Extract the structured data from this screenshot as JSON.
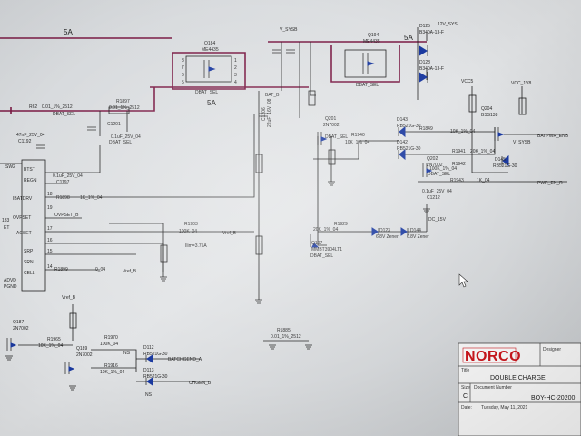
{
  "nets": {
    "v_sysb_top": "V_SYSB",
    "v_12v_sys": "12V_SYS",
    "bat_b": "BAT_B",
    "vcc5": "VCC5",
    "vcc_1v8": "VCC_1V8",
    "v_sysb_right": "V_SYSB",
    "batpwr_enb": "BATPWR_ENB",
    "pwr_en_r": "PWR_EN_R",
    "dc_15v": "DC_15V",
    "vref_b_1": "Vref_B",
    "vref_b_2": "Vref_B",
    "vref_b_3": "Vref_B",
    "batchgend_a": "BATCHGEND_A",
    "chgen_b": "CHGEN_B",
    "ovpset_b": "OVPSET_B",
    "dbat_sel_1": "DBAT_SEL",
    "dbat_sel_2": "DBAT_SEL",
    "dbat_sel_3": "DBAT_SEL",
    "dbat_sel_4": "DBAT_SEL",
    "dbat_sel_5": "DBAT_SEL",
    "dbat_sel_6": "DBAT_SEL",
    "dbat_sel_7": "DBAT_SEL"
  },
  "currents": {
    "c1": "5A",
    "c2": "5A",
    "c3": "5A"
  },
  "ic": {
    "pins_left": [
      "BTST",
      "REGN",
      "IBATDRV",
      "OVPSET",
      "ACSET",
      "SRP",
      "SRN",
      "CELL"
    ],
    "pin_numbers": [
      "18",
      "19",
      "17",
      "16",
      "15",
      "14"
    ],
    "left_labels": [
      "SW2",
      "133",
      "ET",
      "ADVD",
      "PGND"
    ]
  },
  "parts": {
    "q184": {
      "ref": "Q184",
      "val": "ME4435"
    },
    "q194": {
      "ref": "Q194",
      "val": "ME4435"
    },
    "d125": {
      "ref": "D125",
      "val": "B340A-13-F"
    },
    "d128": {
      "ref": "D128",
      "val": "B340A-13-F"
    },
    "q201": {
      "ref": "Q201",
      "val": "2N7002"
    },
    "q202": {
      "ref": "Q202",
      "val": "2N7002"
    },
    "q204": {
      "ref": "Q204",
      "val": "BSS138"
    },
    "q197": {
      "ref": "Q197",
      "val": "MMBT3904LT1"
    },
    "q187": {
      "ref": "Q187",
      "val": "2N7002"
    },
    "q189": {
      "ref": "Q189",
      "val": "2N7002"
    },
    "d143": {
      "ref": "D143",
      "val": "RB521G-30"
    },
    "d142": {
      "ref": "D142",
      "val": "RB521G-30"
    },
    "d145": {
      "ref": "D145",
      "val": "RB521G-30"
    },
    "d112": {
      "ref": "D112",
      "val": "RB521G-30"
    },
    "d113": {
      "ref": "D113",
      "val": "RB521G-30"
    },
    "d123": {
      "ref": "D123",
      "val": "6.8V Zener"
    },
    "d144": {
      "ref": "D144",
      "val": "6.8V Zener"
    },
    "r1897": {
      "ref": "R1897",
      "val": "0.01_1%_2512"
    },
    "r_sense": {
      "ref": "R62",
      "val": "0.01_1%_2512"
    },
    "r1940": {
      "ref": "R1940",
      "val": "10K_1%_04"
    },
    "r1849": {
      "ref": "R1849",
      "val": "10K_1%_04"
    },
    "r1941": {
      "ref": "R1941",
      "val": "20K_1%_04"
    },
    "r1942": {
      "ref": "R1942",
      "val": "100K_1%_04"
    },
    "r1943": {
      "ref": "R1943",
      "val": "1K_04"
    },
    "r1929": {
      "ref": "R1929",
      "val": "20K_1%_04"
    },
    "r1903": {
      "ref": "R1903",
      "val": "100K_04"
    },
    "r1898": {
      "ref": "R1898",
      "val": "1K_1%_04"
    },
    "r1899": {
      "ref": "R1899",
      "val": "0_04"
    },
    "r1965": {
      "ref": "R1965",
      "val": "10K_1%_04"
    },
    "r1970": {
      "ref": "R1970",
      "val": "100K_04"
    },
    "r1916": {
      "ref": "R1916",
      "val": "10K_1%_04"
    },
    "r1885": {
      "ref": "R1885",
      "val": "0.01_1%_2512"
    },
    "c1201": {
      "ref": "C1201",
      "val": "0.1uF_25V_04"
    },
    "c1192": {
      "ref": "C1192",
      "val": "47nF_25V_04"
    },
    "c1197": {
      "ref": "C1197",
      "val": "0.1uF_25V_04"
    },
    "c_bat": {
      "ref": "C1206",
      "val": "22uF_16V_08"
    },
    "c_dc": {
      "ref": "C1212",
      "val": "0.1uF_25V_04"
    },
    "cc_note": "Ilim=3.75A",
    "ns1": "NS",
    "ns2": "NS"
  },
  "title_block": {
    "company": "NORCO",
    "designer_label": "Designer",
    "title_label": "Title",
    "title": "DOUBLE CHARGE",
    "size_label": "Size",
    "size": "C",
    "docnum_label": "Document Number",
    "docnum": "BOY-HC-20200",
    "date_label": "Date:",
    "date": "Tuesday, May 11, 2021"
  }
}
